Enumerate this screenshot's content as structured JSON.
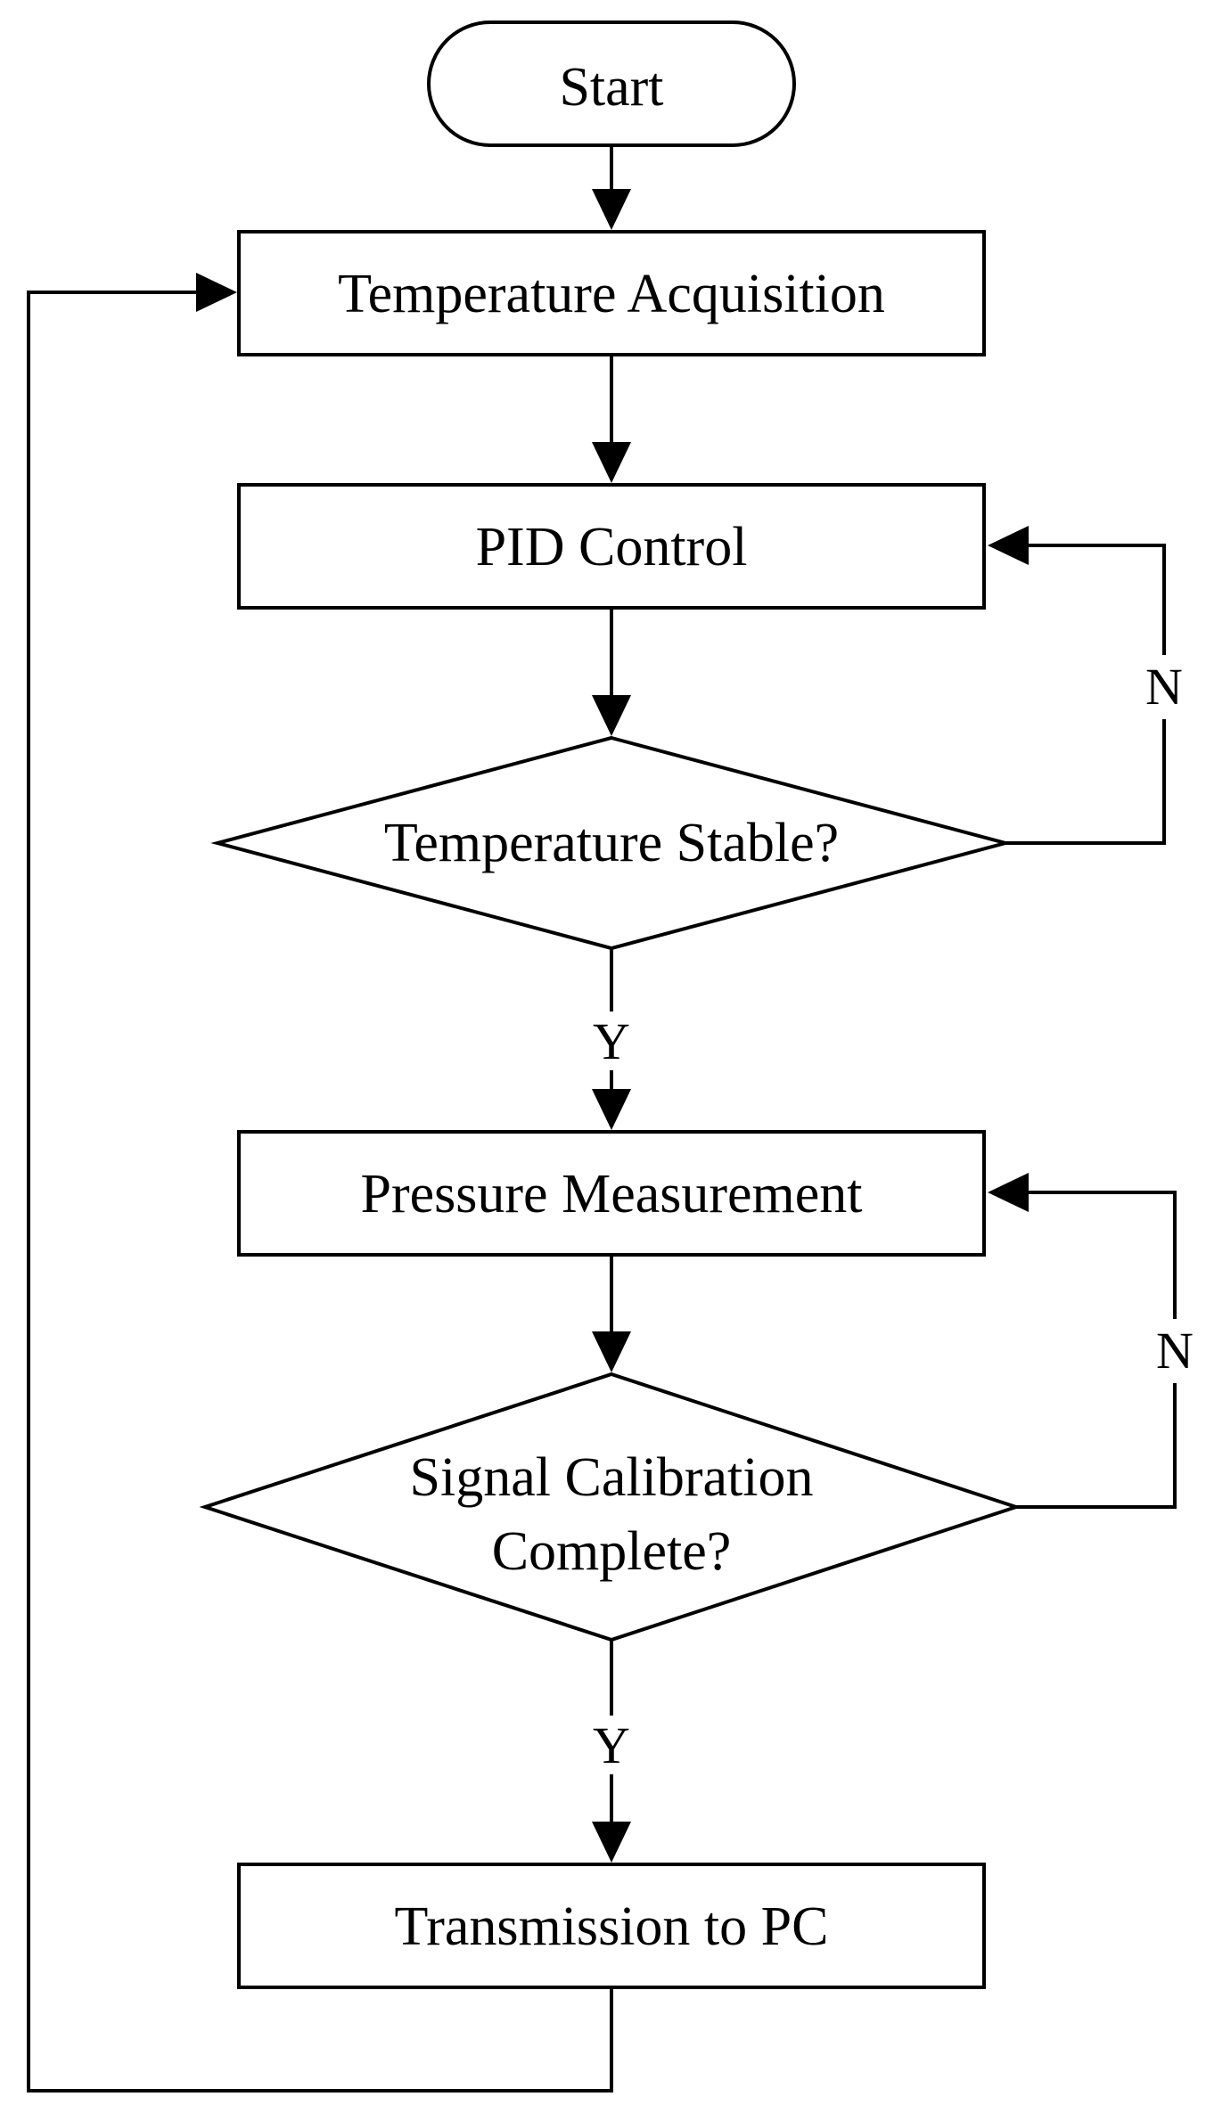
{
  "flowchart": {
    "start": "Start",
    "temperature_acquisition": "Temperature Acquisition",
    "pid_control": "PID Control",
    "temperature_stable": "Temperature Stable?",
    "pressure_measurement": "Pressure Measurement",
    "signal_calibration_line1": "Signal Calibration",
    "signal_calibration_line2": "Complete?",
    "transmission": "Transmission to PC",
    "yes_label": "Y",
    "no_label": "N"
  },
  "colors": {
    "stroke": "#000000",
    "background": "#ffffff"
  }
}
